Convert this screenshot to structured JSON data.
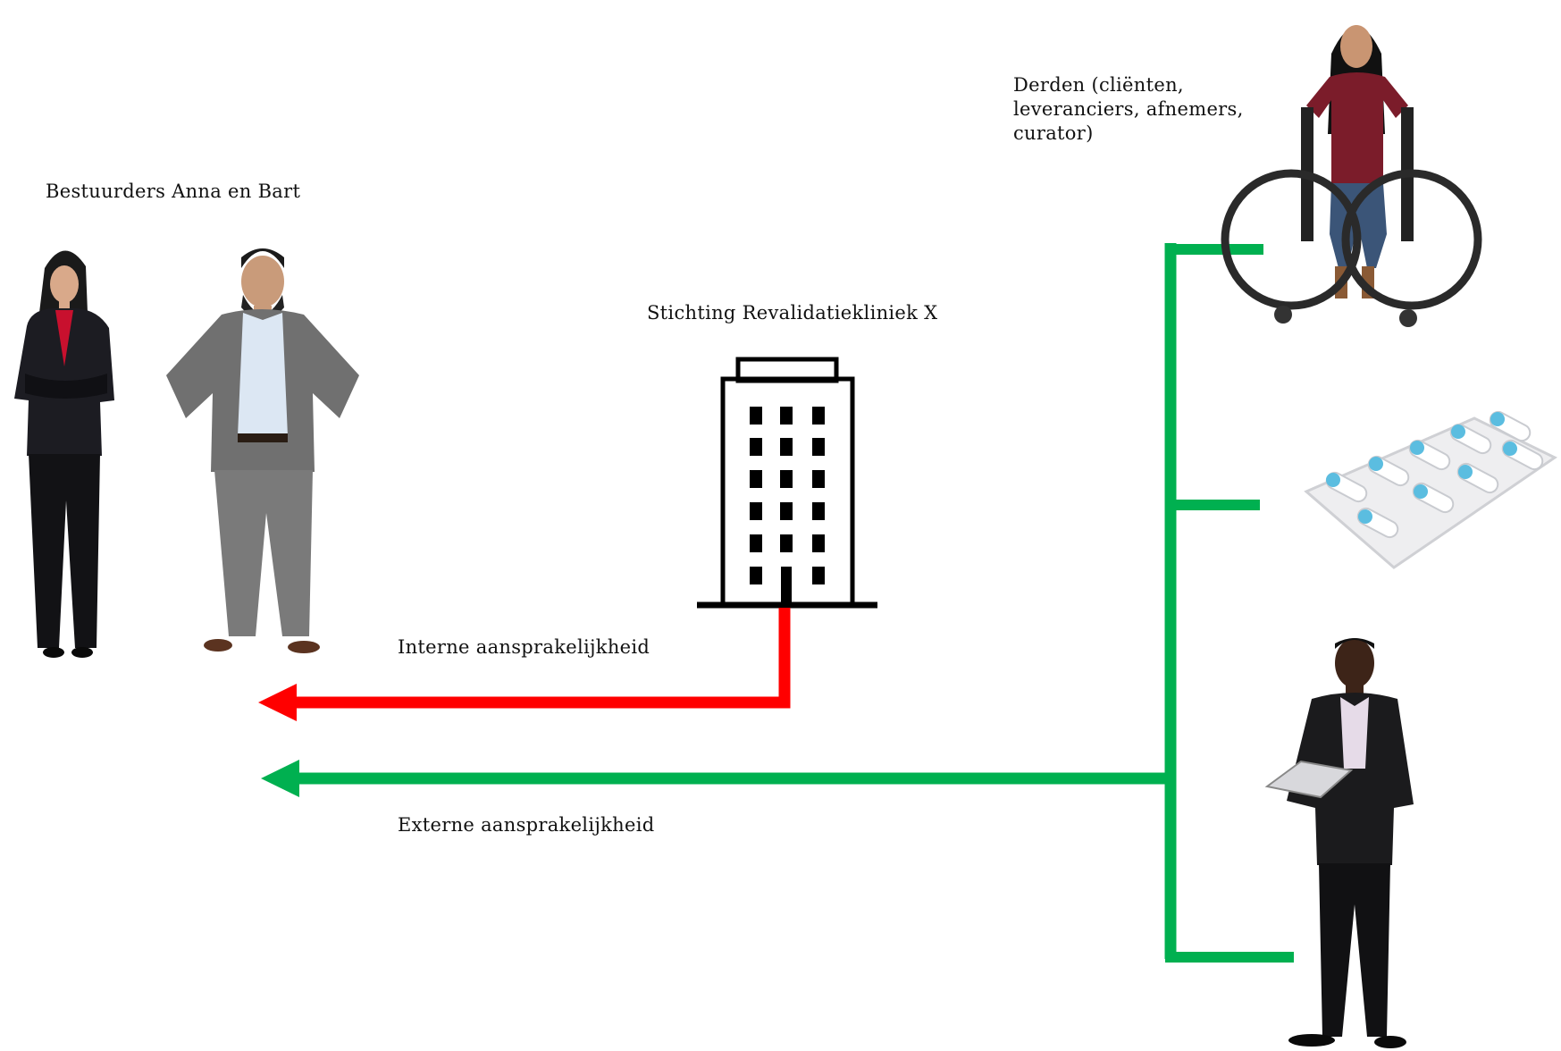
{
  "labels": {
    "directors": "Bestuurders Anna en Bart",
    "foundation": "Stichting Revalidatiekliniek X",
    "third_parties": "Derden (cliënten,\nleveranciers, afnemers,\ncurator)",
    "internal_liability": "Interne aansprakelijkheid",
    "external_liability": "Externe aansprakelijkheid"
  },
  "colors": {
    "internal_arrow": "#ff0000",
    "external_arrow": "#00b050",
    "building": "#000000"
  },
  "icons": {
    "building": "office-building-icon",
    "directors": [
      "businesswoman-figure",
      "businessman-figure"
    ],
    "third_parties": [
      "wheelchair-user-figure",
      "medicine-pills-image",
      "businessman-clipboard-figure"
    ]
  }
}
